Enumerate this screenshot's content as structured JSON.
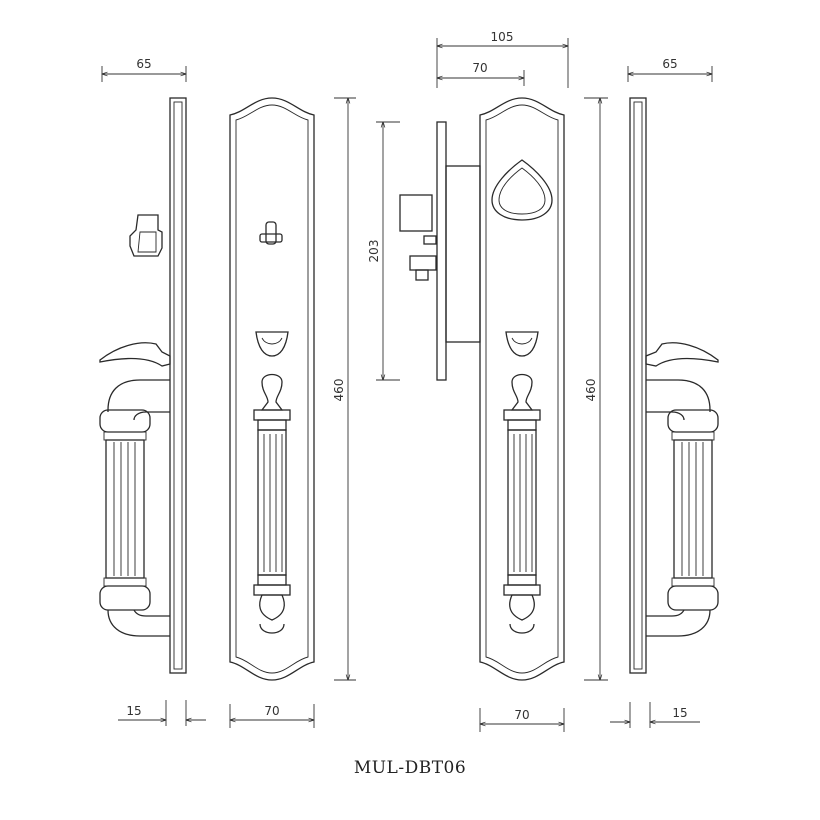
{
  "model_code": "MUL-DBT06",
  "dimensions": {
    "side_left_depth": "65",
    "side_left_rose": "15",
    "front_left_width": "70",
    "front_left_height": "460",
    "mortise_total_depth": "105",
    "mortise_backset": "70",
    "mortise_height": "203",
    "front_right_width": "70",
    "front_right_height": "460",
    "side_right_depth": "65",
    "side_right_rose": "15"
  },
  "colors": {
    "line": "#2a2a2a",
    "background": "#ffffff"
  }
}
